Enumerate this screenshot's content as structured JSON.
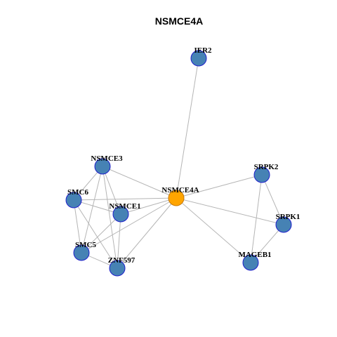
{
  "title": "NSMCE4A",
  "colors": {
    "center_node": "#ffa500",
    "center_stroke": "#c77700",
    "node": "#4682b4",
    "node_stroke": "#1f1fcc",
    "edge": "#b5b5b5",
    "label": "#000000"
  },
  "nodes": [
    {
      "id": "NSMCE4A",
      "label": "NSMCE4A",
      "center": true
    },
    {
      "id": "IER2",
      "label": "IER2"
    },
    {
      "id": "NSMCE3",
      "label": "NSMCE3"
    },
    {
      "id": "SMC6",
      "label": "SMC6"
    },
    {
      "id": "NSMCE1",
      "label": "NSMCE1"
    },
    {
      "id": "SMC5",
      "label": "SMC5"
    },
    {
      "id": "ZNF597",
      "label": "ZNF597"
    },
    {
      "id": "SRPK2",
      "label": "SRPK2"
    },
    {
      "id": "SRPK1",
      "label": "SRPK1"
    },
    {
      "id": "MAGEB1",
      "label": "MAGEB1"
    }
  ],
  "edges": [
    [
      "NSMCE4A",
      "IER2"
    ],
    [
      "NSMCE4A",
      "NSMCE3"
    ],
    [
      "NSMCE4A",
      "SMC6"
    ],
    [
      "NSMCE4A",
      "NSMCE1"
    ],
    [
      "NSMCE4A",
      "SMC5"
    ],
    [
      "NSMCE4A",
      "ZNF597"
    ],
    [
      "NSMCE4A",
      "SRPK2"
    ],
    [
      "NSMCE4A",
      "SRPK1"
    ],
    [
      "NSMCE4A",
      "MAGEB1"
    ],
    [
      "NSMCE3",
      "SMC6"
    ],
    [
      "NSMCE3",
      "NSMCE1"
    ],
    [
      "NSMCE3",
      "SMC5"
    ],
    [
      "NSMCE3",
      "ZNF597"
    ],
    [
      "SMC6",
      "NSMCE1"
    ],
    [
      "SMC6",
      "SMC5"
    ],
    [
      "SMC6",
      "ZNF597"
    ],
    [
      "NSMCE1",
      "SMC5"
    ],
    [
      "NSMCE1",
      "ZNF597"
    ],
    [
      "SMC5",
      "ZNF597"
    ],
    [
      "SRPK2",
      "SRPK1"
    ],
    [
      "SRPK2",
      "MAGEB1"
    ],
    [
      "SRPK1",
      "MAGEB1"
    ]
  ]
}
